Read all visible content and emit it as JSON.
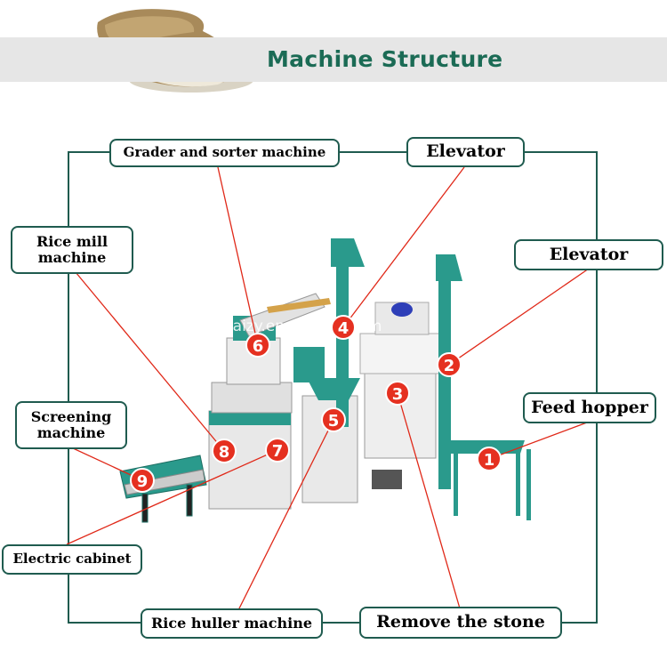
{
  "header": {
    "title": "Machine Structure"
  },
  "watermark": "taizy.en.alibaba.com",
  "components": [
    {
      "num": "1",
      "label": "Feed hopper"
    },
    {
      "num": "2",
      "label": "Elevator"
    },
    {
      "num": "3",
      "label": "Remove the stone"
    },
    {
      "num": "4",
      "label": "Elevator"
    },
    {
      "num": "5",
      "label": "Rice huller machine"
    },
    {
      "num": "6",
      "label": "Grader and sorter machine"
    },
    {
      "num": "7",
      "label": "Electric cabinet"
    },
    {
      "num": "8",
      "label": "Rice mill machine"
    },
    {
      "num": "9",
      "label": "Screening machine"
    }
  ],
  "colors": {
    "frame": "#1f5b4f",
    "title": "#1b6b55",
    "machine": "#2a9a8c",
    "marker": "#e53020",
    "leader": "#e02818"
  }
}
